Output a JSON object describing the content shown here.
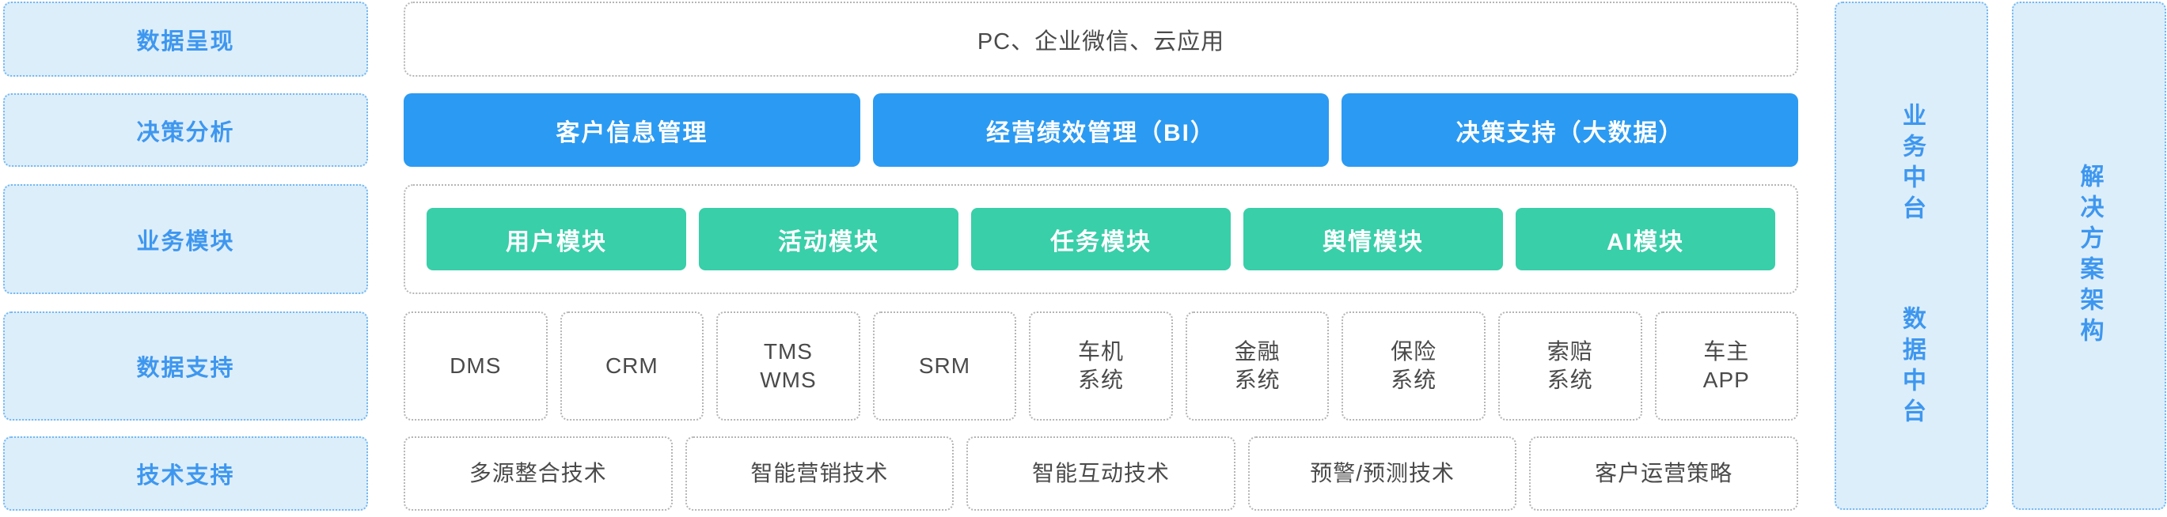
{
  "layers": [
    {
      "label": "数据呈现"
    },
    {
      "label": "决策分析"
    },
    {
      "label": "业务模块"
    },
    {
      "label": "数据支持"
    },
    {
      "label": "技术支持"
    }
  ],
  "main": {
    "presentation": "PC、企业微信、云应用",
    "analysis": [
      "客户信息管理",
      "经营绩效管理（BI）",
      "决策支持（大数据）"
    ],
    "modules": [
      "用户模块",
      "活动模块",
      "任务模块",
      "舆情模块",
      "AI模块"
    ],
    "systems": [
      [
        "DMS"
      ],
      [
        "CRM"
      ],
      [
        "TMS",
        "WMS"
      ],
      [
        "SRM"
      ],
      [
        "车机",
        "系统"
      ],
      [
        "金融",
        "系统"
      ],
      [
        "保险",
        "系统"
      ],
      [
        "索赔",
        "系统"
      ],
      [
        "车主",
        "APP"
      ]
    ],
    "technologies": [
      "多源整合技术",
      "智能营销技术",
      "智能互动技术",
      "预警/预测技术",
      "客户运营策略"
    ]
  },
  "right": {
    "platforms": [
      "业务中台",
      "数据中台"
    ],
    "architecture": "解决方案架构"
  },
  "colors": {
    "accent_blue": "#2b9af2",
    "accent_teal": "#38cfa9",
    "panel_blue_bg": "#ddeefb",
    "panel_blue_border": "#74b9f4",
    "blue_text": "#3e97ef",
    "gray_border": "#b5b5b5",
    "gray_text": "#4a4a4a"
  }
}
